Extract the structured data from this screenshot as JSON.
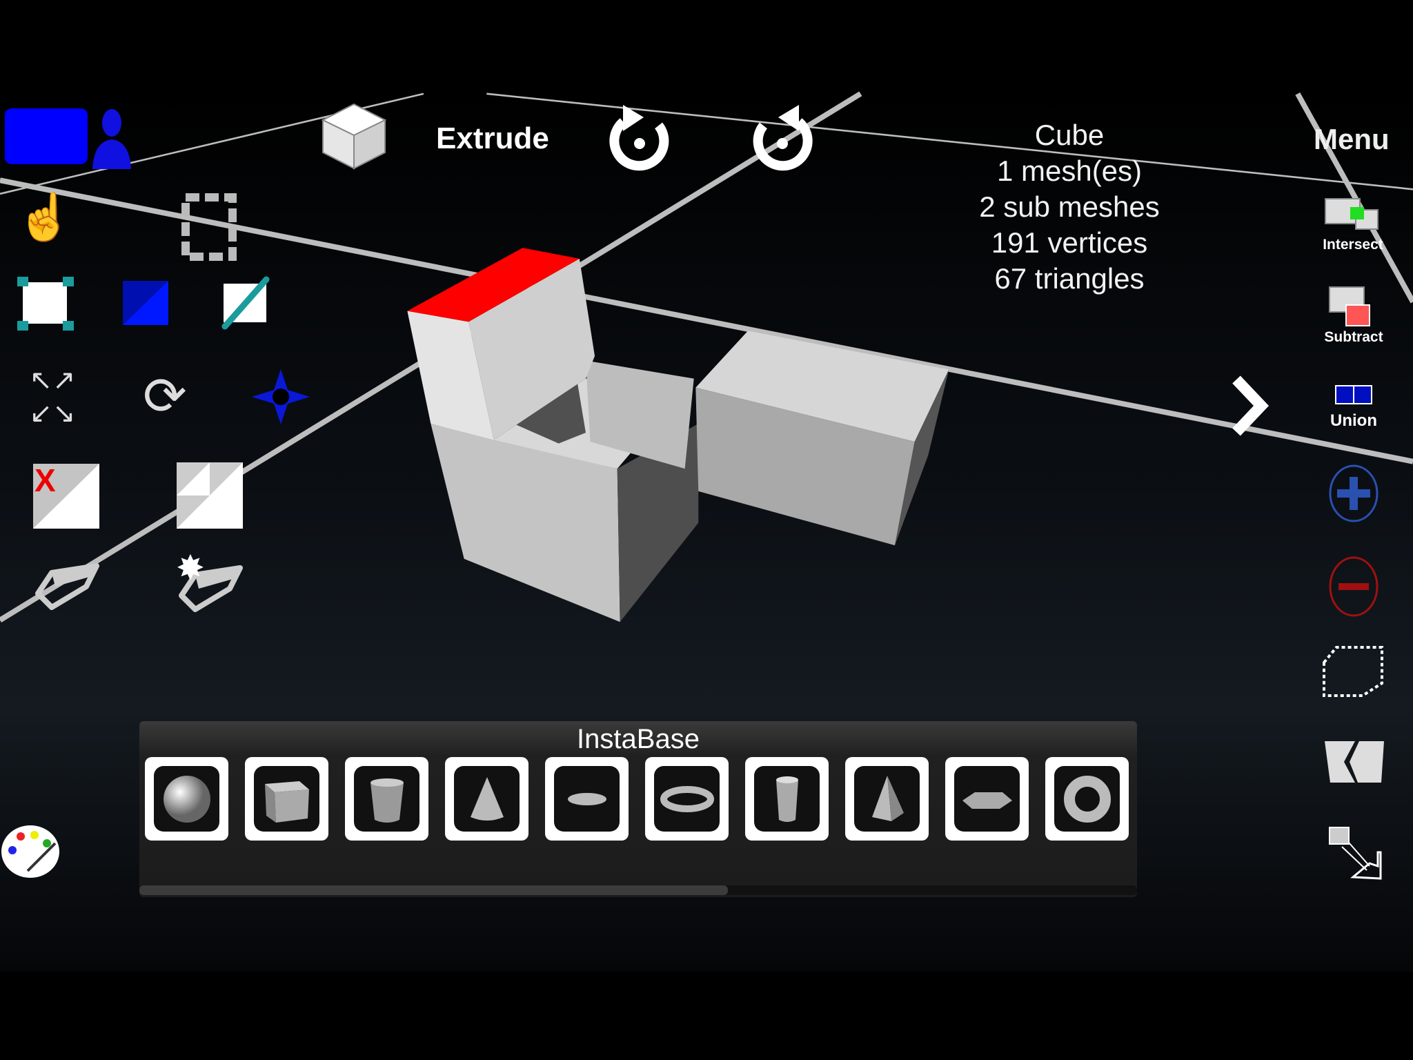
{
  "toolbar": {
    "mode_label": "Extrude",
    "menu_label": "Menu"
  },
  "stats": {
    "object_name": "Cube",
    "meshes": "1 mesh(es)",
    "sub_meshes": "2 sub meshes",
    "vertices": "191 vertices",
    "triangles": "67 triangles"
  },
  "right_tools": {
    "intersect": "Intersect",
    "subtract": "Subtract",
    "union": "Union"
  },
  "insta_base": {
    "title": "InstaBase",
    "items": [
      "sphere",
      "cube",
      "cylinder",
      "cone",
      "disc",
      "ring",
      "tube",
      "pyramid",
      "hexagon",
      "torus"
    ],
    "scroll_fraction": 0.59
  },
  "colors": {
    "accent_blue": "#0000ff",
    "selected_face": "#ff0000",
    "teal": "#1a9c9c"
  }
}
